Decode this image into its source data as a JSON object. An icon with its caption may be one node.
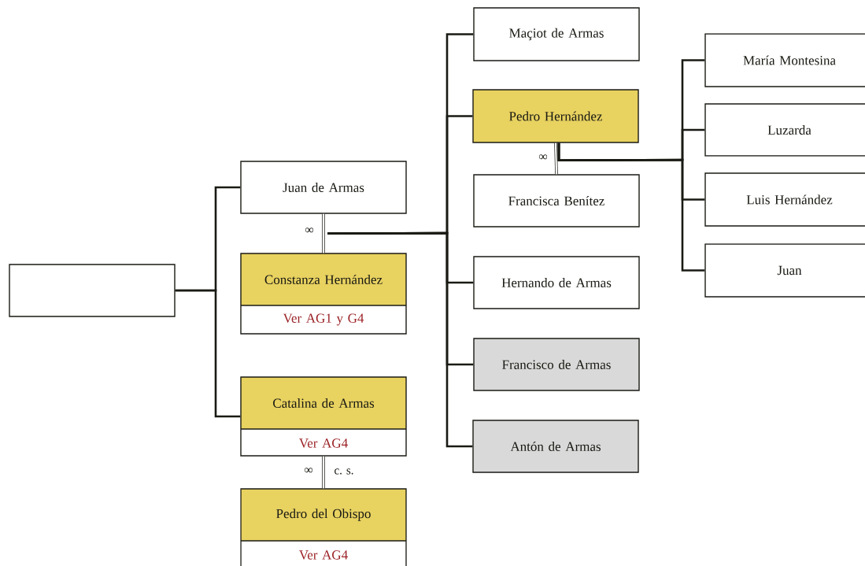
{
  "diagram": {
    "nodes": [
      {
        "text": [],
        "shape": "box"
      },
      {
        "text": [
          "Juan de Armas"
        ]
      },
      {
        "text": [
          "Constanza Hernández",
          "Ver AG1 y G4"
        ]
      },
      {
        "text": [
          "Catalina de Armas",
          "Ver AG4"
        ]
      },
      {
        "text": [
          "Pedro del Obispo",
          "Ver AG4"
        ]
      },
      {
        "text": [
          "Maçiot de Armas"
        ]
      },
      {
        "text": [
          "Pedro Hernández"
        ]
      },
      {
        "text": [
          "Francisca Benítez"
        ]
      },
      {
        "text": [
          "Hernando de Armas"
        ]
      },
      {
        "text": [
          "Francisco de Armas"
        ]
      },
      {
        "text": [
          "Antón de Armas"
        ]
      },
      {
        "text": [
          "María Montesina"
        ]
      },
      {
        "text": [
          "Luzarda"
        ]
      },
      {
        "text": [
          "Luis Hernández"
        ]
      },
      {
        "text": [
          "Juan"
        ]
      }
    ],
    "edges": [
      {
        "from": 0,
        "to": 1,
        "arrow": "none"
      },
      {
        "from": 0,
        "to": 3,
        "arrow": "none"
      },
      {
        "from": 1,
        "to": 2,
        "arrow": "none",
        "label": "∞"
      },
      {
        "from": 3,
        "to": 4,
        "arrow": "none",
        "label": "∞"
      },
      {
        "from": 1,
        "to": 5,
        "arrow": "none"
      },
      {
        "from": 1,
        "to": 6,
        "arrow": "none"
      },
      {
        "from": 1,
        "to": 8,
        "arrow": "none"
      },
      {
        "from": 1,
        "to": 9,
        "arrow": "none"
      },
      {
        "from": 1,
        "to": 10,
        "arrow": "none"
      },
      {
        "from": 6,
        "to": 7,
        "arrow": "none",
        "label": "∞"
      },
      {
        "from": 6,
        "to": 11,
        "arrow": "none"
      },
      {
        "from": 6,
        "to": 12,
        "arrow": "none"
      },
      {
        "from": 6,
        "to": 13,
        "arrow": "none"
      },
      {
        "from": 6,
        "to": 14,
        "arrow": "none"
      }
    ],
    "labels": [
      "c. s."
    ]
  }
}
